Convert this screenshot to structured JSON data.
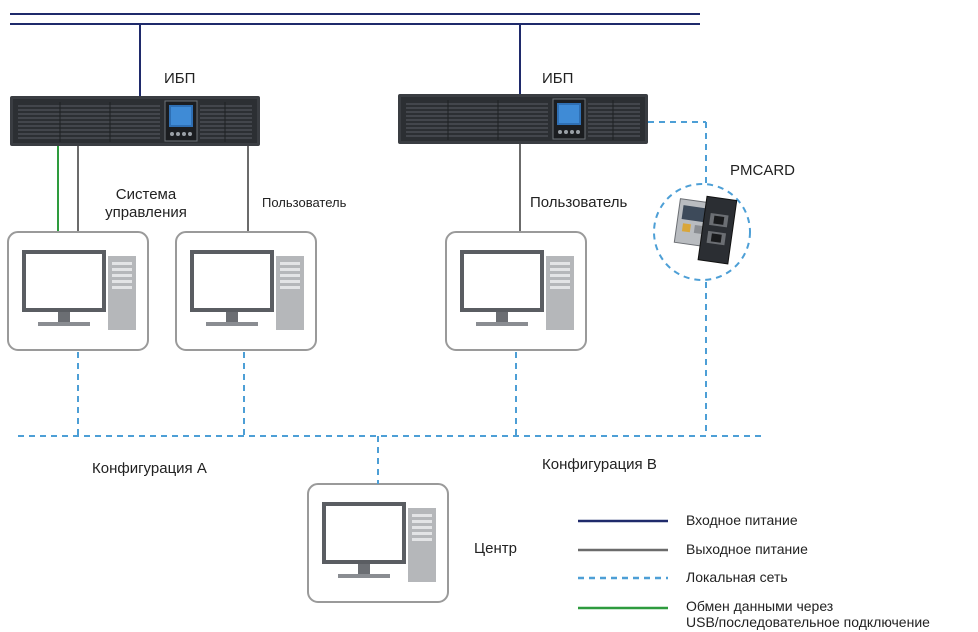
{
  "ups": {
    "left_label": "ИБП",
    "right_label": "ИБП"
  },
  "labels": {
    "control_system_line1": "Система",
    "control_system_line2": "управления",
    "user_left": "Пользователь",
    "user_right": "Пользователь",
    "pmcard": "PMCARD",
    "config_a": "Конфигурация А",
    "config_b": "Конфигурация B",
    "center": "Центр"
  },
  "legend": {
    "items": [
      {
        "text": "Входное питание",
        "color": "#1f2a6b",
        "style": "solid"
      },
      {
        "text": "Выходное питание",
        "color": "#6b6b6b",
        "style": "solid"
      },
      {
        "text": "Локальная сеть",
        "color": "#4d9fd6",
        "style": "dashed"
      },
      {
        "text": "Обмен данными через",
        "text2": "USB/последовательное подключение",
        "color": "#2e9b3e",
        "style": "solid"
      }
    ]
  },
  "colors": {
    "input_power": "#1f2a6b",
    "output_power": "#6b6b6b",
    "lan": "#4d9fd6",
    "usb": "#2e9b3e",
    "device_frame": "#9a9a9a"
  },
  "icons": [
    "ups-unit",
    "computer-workstation",
    "network-card"
  ]
}
